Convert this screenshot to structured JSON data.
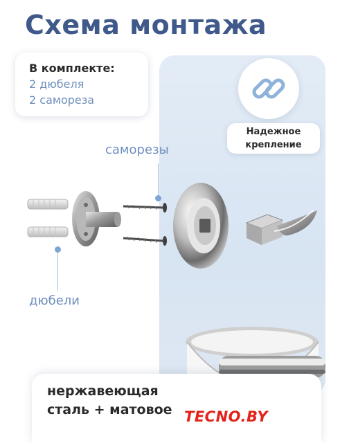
{
  "header": {
    "title": "Схема монтажа"
  },
  "kit": {
    "heading": "В комплекте:",
    "items": [
      "2 дюбеля",
      "2 самореза"
    ]
  },
  "feature": {
    "line1": "Надежное",
    "line2": "крепление"
  },
  "labels": {
    "screws": "саморезы",
    "dowels": "дюбели"
  },
  "material": {
    "line1": "нержавеющая",
    "line2": "сталь + матовое"
  },
  "logo": {
    "text": "TECNO.BY"
  },
  "icons": {
    "chain": "chain-link-icon"
  },
  "colors": {
    "title": "#3f5a8a",
    "accent_text": "#6f8fbd",
    "panel": "#dfe8f3",
    "logo": "#e2231a"
  }
}
